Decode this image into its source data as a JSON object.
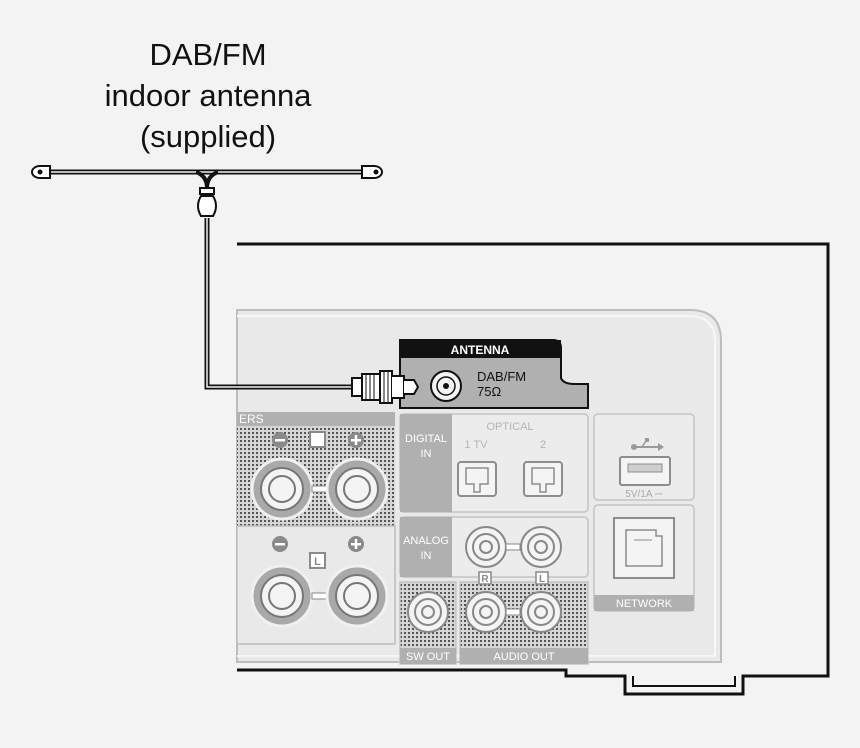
{
  "caption": {
    "line1": "DAB/FM",
    "line2": "indoor antenna",
    "line3": "(supplied)"
  },
  "panel": {
    "antenna_label": "ANTENNA",
    "dabfm_label": "DAB/FM",
    "impedance_label": "75Ω",
    "speakers_label": "ERS",
    "digital_in_line1": "DIGITAL",
    "digital_in_line2": "IN",
    "optical_label": "OPTICAL",
    "optical_1": "1 TV",
    "optical_2": "2",
    "analog_in_line1": "ANALOG",
    "analog_in_line2": "IN",
    "channel_r": "R",
    "channel_l": "L",
    "speaker_l_badge": "L",
    "sw_out_label": "SW OUT",
    "audio_out_label": "AUDIO OUT",
    "usb_rating": "5V/1A ⎓",
    "network_label": "NETWORK"
  },
  "colors": {
    "background": "#f3f3f3",
    "panel_face": "#e9e9e9",
    "label_band": "#b0b0b0",
    "antenna_header": "#111111",
    "cable": "#111111"
  },
  "icons": [
    "usb-icon",
    "plus-icon",
    "minus-icon",
    "ethernet-port-icon",
    "optical-port-icon",
    "coaxial-connector-icon"
  ]
}
